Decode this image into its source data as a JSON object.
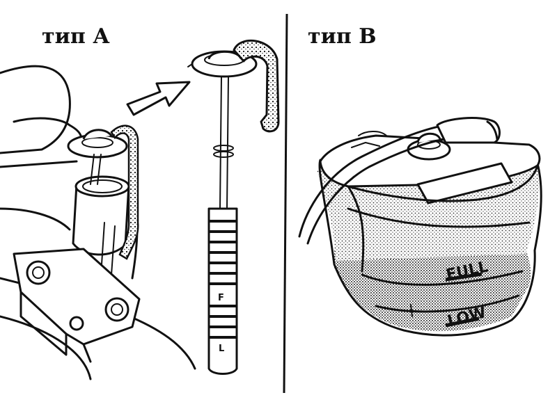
{
  "panel_a": {
    "title": "тип А",
    "dipstick_marks": [
      "F",
      "L"
    ]
  },
  "panel_b": {
    "title": "тип В",
    "level_full": "FULL",
    "level_low": "LOW"
  },
  "colors": {
    "ink": "#111111",
    "background": "#ffffff"
  }
}
